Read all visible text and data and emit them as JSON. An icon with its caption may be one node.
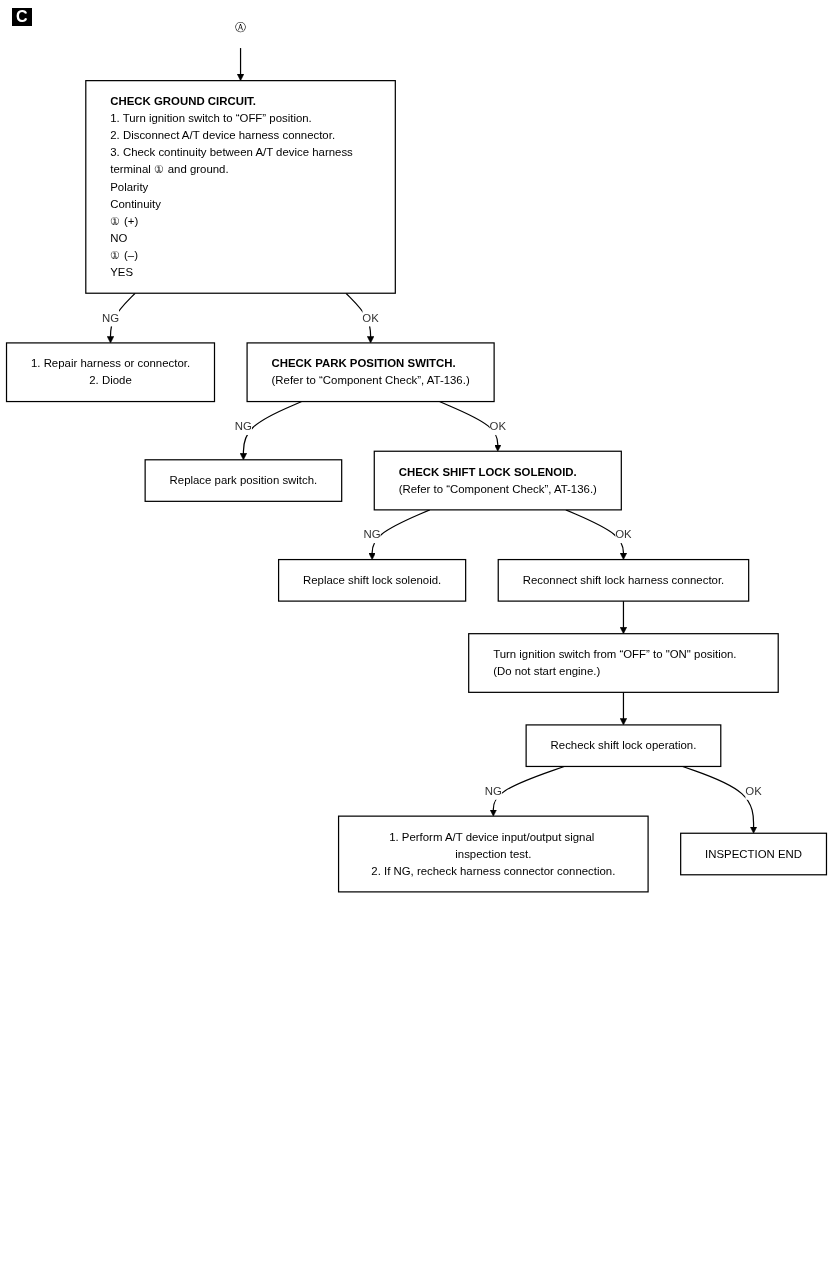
{
  "diagram": {
    "nodes": [
      {
        "text": [
          "Ⓐ"
        ]
      },
      {
        "text": [
          "CHECK GROUND CIRCUIT.",
          "1. Turn ignition switch to “OFF” position.",
          "2. Disconnect A/T device harness connector.",
          "3. Check continuity between A/T device harness terminal ① and ground.",
          "Polarity",
          "Continuity",
          "① (+)",
          "NO",
          "① (–)",
          "YES"
        ]
      },
      {
        "text": [
          "1. Repair harness or connector.",
          "2. Diode"
        ]
      },
      {
        "text": [
          "CHECK PARK POSITION SWITCH.",
          "(Refer to “Component Check”, AT-136.)"
        ]
      },
      {
        "text": [
          "Replace park position switch."
        ]
      },
      {
        "text": [
          "CHECK SHIFT LOCK SOLENOID.",
          "(Refer to “Component Check”, AT-136.)"
        ]
      },
      {
        "text": [
          "Replace shift lock solenoid."
        ]
      },
      {
        "text": [
          "Reconnect shift lock harness connector."
        ]
      },
      {
        "text": [
          "Turn ignition switch from “OFF” to \"ON\" position. (Do not start engine.)"
        ]
      },
      {
        "text": [
          "Recheck shift lock operation."
        ]
      },
      {
        "text": [
          "1. Perform A/T device input/output signal inspection test.",
          "2. If NG, recheck harness connector connection."
        ]
      },
      {
        "text": [
          "INSPECTION END"
        ]
      }
    ],
    "edges": [
      {
        "from": 0,
        "to": 1,
        "arrow": "to"
      },
      {
        "from": 1,
        "to": 2,
        "arrow": "to",
        "label": "NG"
      },
      {
        "from": 1,
        "to": 3,
        "arrow": "to",
        "label": "OK"
      },
      {
        "from": 3,
        "to": 4,
        "arrow": "to",
        "label": "NG"
      },
      {
        "from": 3,
        "to": 5,
        "arrow": "to",
        "label": "OK"
      },
      {
        "from": 5,
        "to": 6,
        "arrow": "to",
        "label": "NG"
      },
      {
        "from": 5,
        "to": 7,
        "arrow": "to",
        "label": "OK"
      },
      {
        "from": 7,
        "to": 8,
        "arrow": "to"
      },
      {
        "from": 8,
        "to": 9,
        "arrow": "to"
      },
      {
        "from": 9,
        "to": 10,
        "arrow": "to",
        "label": "NG"
      },
      {
        "from": 9,
        "to": 11,
        "arrow": "to",
        "label": "OK"
      }
    ],
    "labels": [
      "C"
    ]
  }
}
